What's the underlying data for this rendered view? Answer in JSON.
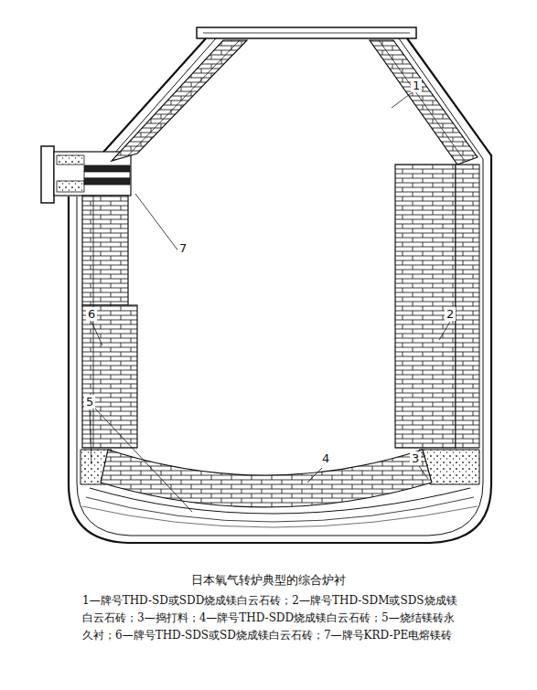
{
  "diagram": {
    "title": "日本氧气转炉典型的综合炉衬",
    "caption": "1—牌号THD-SD或SDD烧成镁白云石砖；2—牌号THD-SDM或SDS烧成镁白云石砖；3—捣打料；4—牌号THD-SDD烧成镁白云石砖；5—烧结镁砖永久衬；6—牌号THD-SDS或SD烧成镁白云石砖；7—牌号KRD-PE电熔镁砖",
    "labels": [
      "1",
      "2",
      "3",
      "4",
      "5",
      "6",
      "7"
    ]
  }
}
